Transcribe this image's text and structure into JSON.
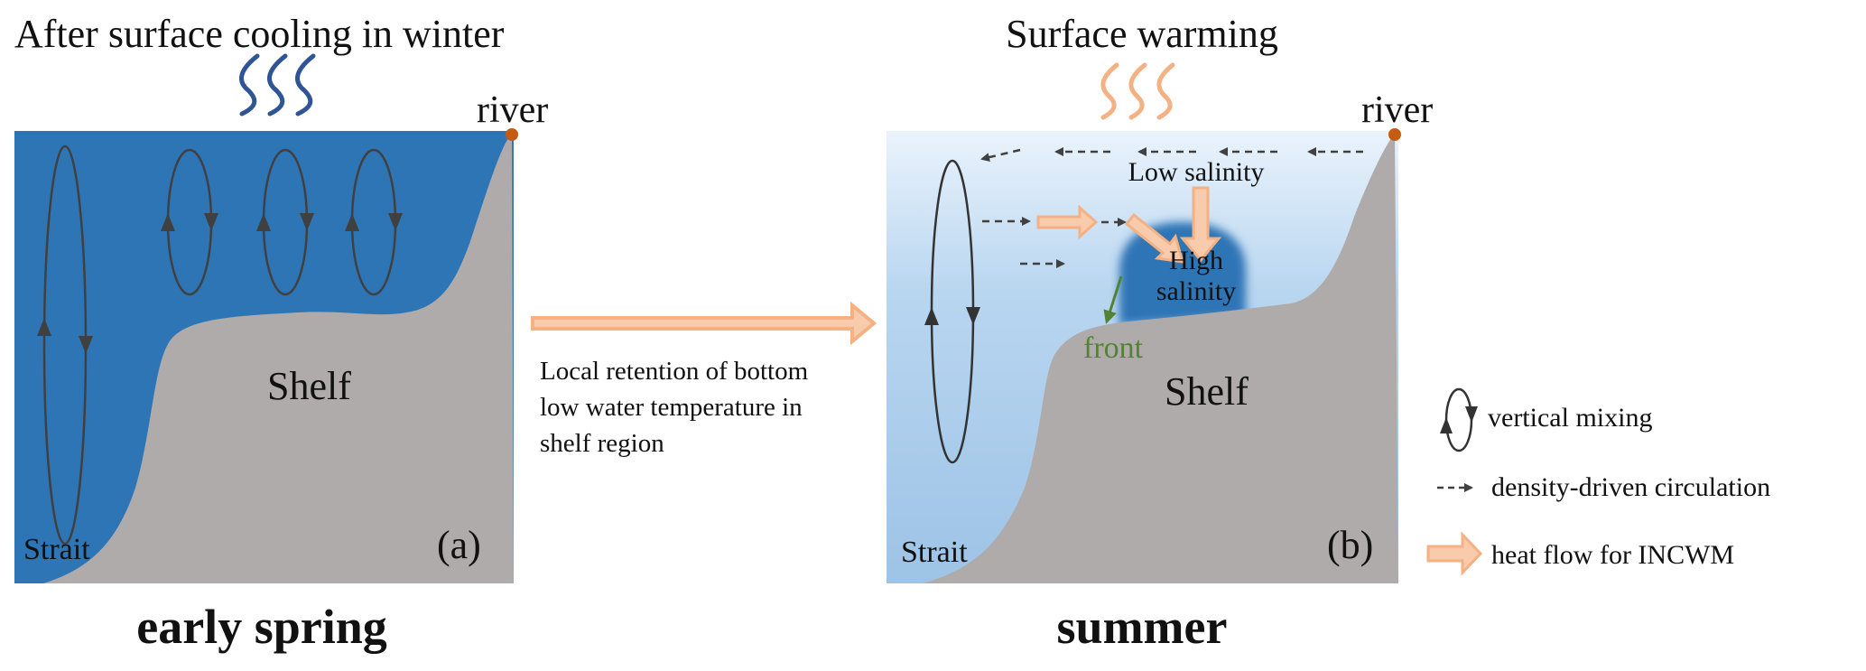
{
  "colors": {
    "deep_water": "#2E75B6",
    "shallow_water_top": "#EAF3FC",
    "shallow_water_bottom": "#9DC3E6",
    "land": "#AFABAB",
    "river": "#C55A11",
    "heat": "#F4B183",
    "heat_fill": "#F8CBAD",
    "front": "#548235",
    "arrow": "#404040",
    "cooling": "#2F5597"
  },
  "panel_a": {
    "title": "After surface cooling in winter",
    "river": "river",
    "shelf": "Shelf",
    "strait": "Strait",
    "label": "(a)",
    "season": "early spring",
    "icon": "cooling-wave-icon"
  },
  "transition": {
    "lines": [
      "Local retention of bottom",
      "low water temperature in",
      "shelf region"
    ]
  },
  "panel_b": {
    "title": "Surface warming",
    "river": "river",
    "low_salinity": "Low salinity",
    "high_salinity": [
      "High",
      "salinity"
    ],
    "front": "front",
    "shelf": "Shelf",
    "strait": "Strait",
    "label": "(b)",
    "season": "summer",
    "icon": "warming-wave-icon"
  },
  "legend": {
    "items": [
      {
        "label": "vertical mixing",
        "icon": "vertical-mixing-icon"
      },
      {
        "label": "density-driven circulation",
        "icon": "dashed-arrow-icon"
      },
      {
        "label": "heat flow for INCWM",
        "icon": "heat-flow-arrow-icon"
      }
    ]
  }
}
